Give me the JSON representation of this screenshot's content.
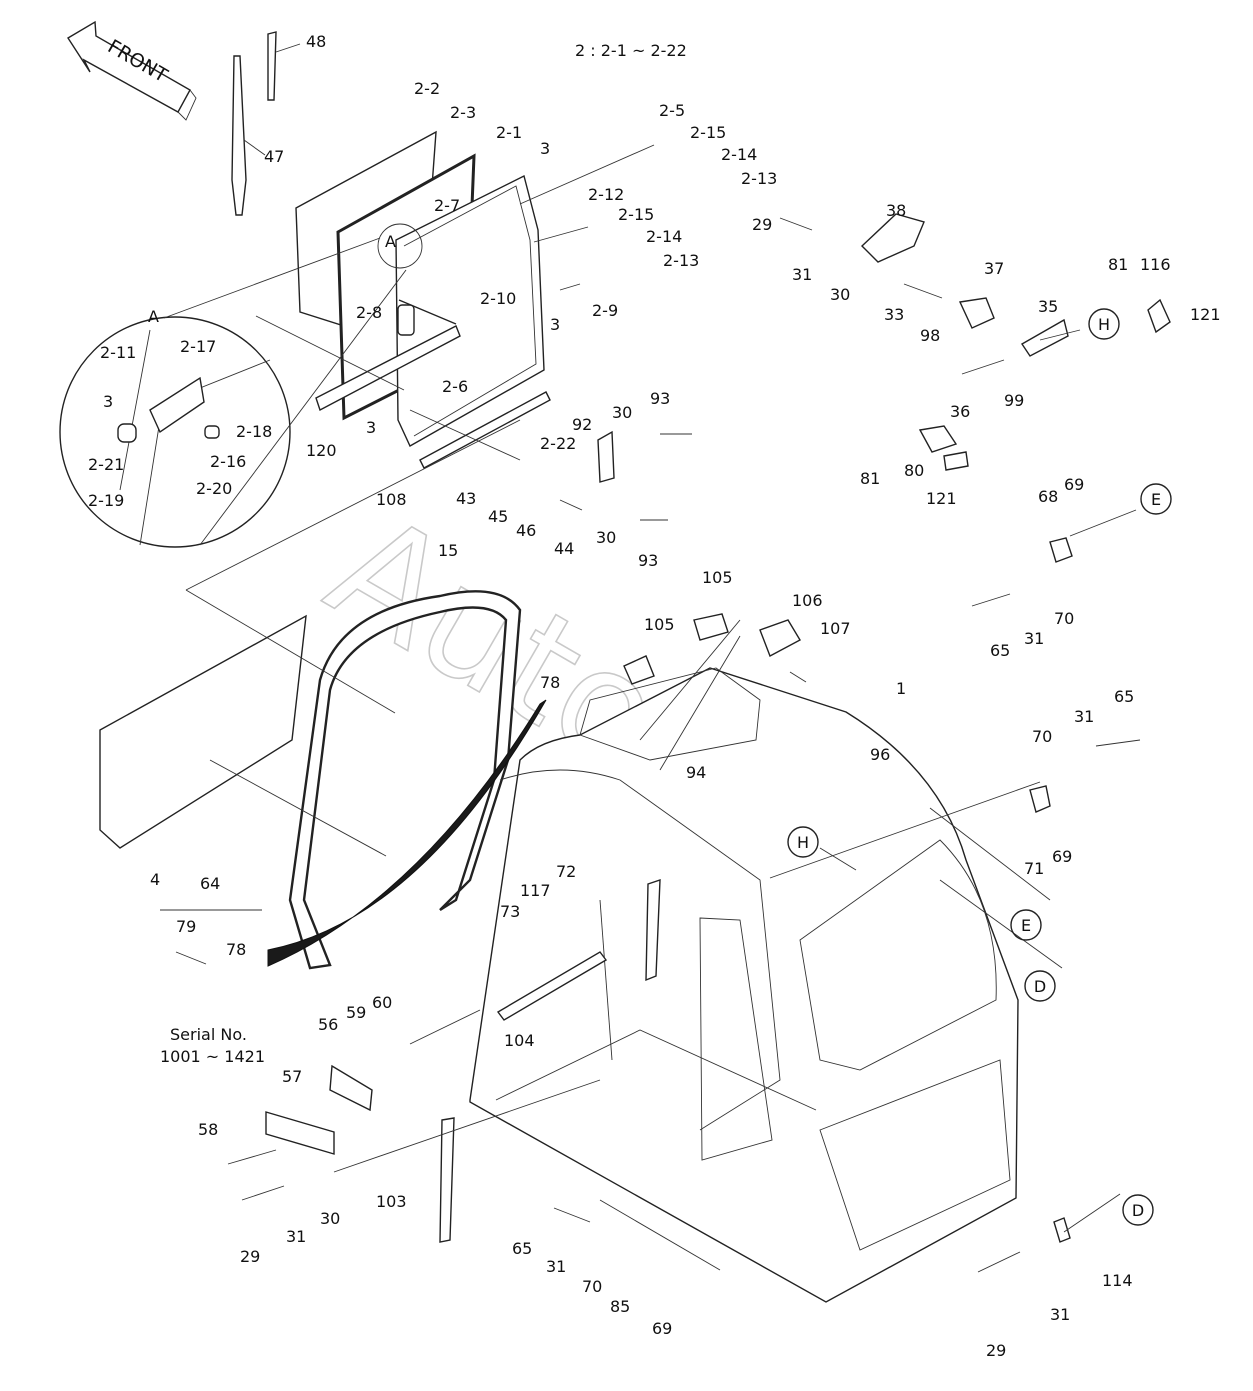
{
  "header_note": "2 : 2-1 ~ 2-22",
  "front_arrow_text": "FRONT",
  "watermark": "AutoSoft",
  "serial_note": [
    "Serial No.",
    "1001 ~ 1421"
  ],
  "detail_view": "A",
  "circle_refs": [
    "H",
    "H",
    "E",
    "E",
    "D",
    "D"
  ],
  "labels": [
    "48",
    "47",
    "2-2",
    "2-3",
    "2-1",
    "3",
    "2-5",
    "2-15",
    "2-14",
    "2-13",
    "2-7",
    "2-12",
    "2-15",
    "2-14",
    "2-13",
    "A",
    "2-10",
    "2-9",
    "2-8",
    "3",
    "2-6",
    "3",
    "2-22",
    "120",
    "2-11",
    "2-17",
    "3",
    "2-18",
    "2-16",
    "2-21",
    "2-20",
    "2-19",
    "38",
    "37",
    "29",
    "31",
    "30",
    "33",
    "98",
    "35",
    "81",
    "116",
    "121",
    "36",
    "99",
    "81",
    "80",
    "121",
    "92",
    "30",
    "93",
    "43",
    "45",
    "46",
    "44",
    "30",
    "93",
    "108",
    "15",
    "69",
    "68",
    "65",
    "31",
    "70",
    "105",
    "106",
    "107",
    "105",
    "78",
    "1",
    "65",
    "31",
    "70",
    "96",
    "94",
    "71",
    "69",
    "4",
    "64",
    "117",
    "72",
    "73",
    "79",
    "78",
    "104",
    "56",
    "59",
    "60",
    "57",
    "58",
    "29",
    "31",
    "30",
    "103",
    "65",
    "31",
    "70",
    "85",
    "69",
    "29",
    "31",
    "114"
  ]
}
